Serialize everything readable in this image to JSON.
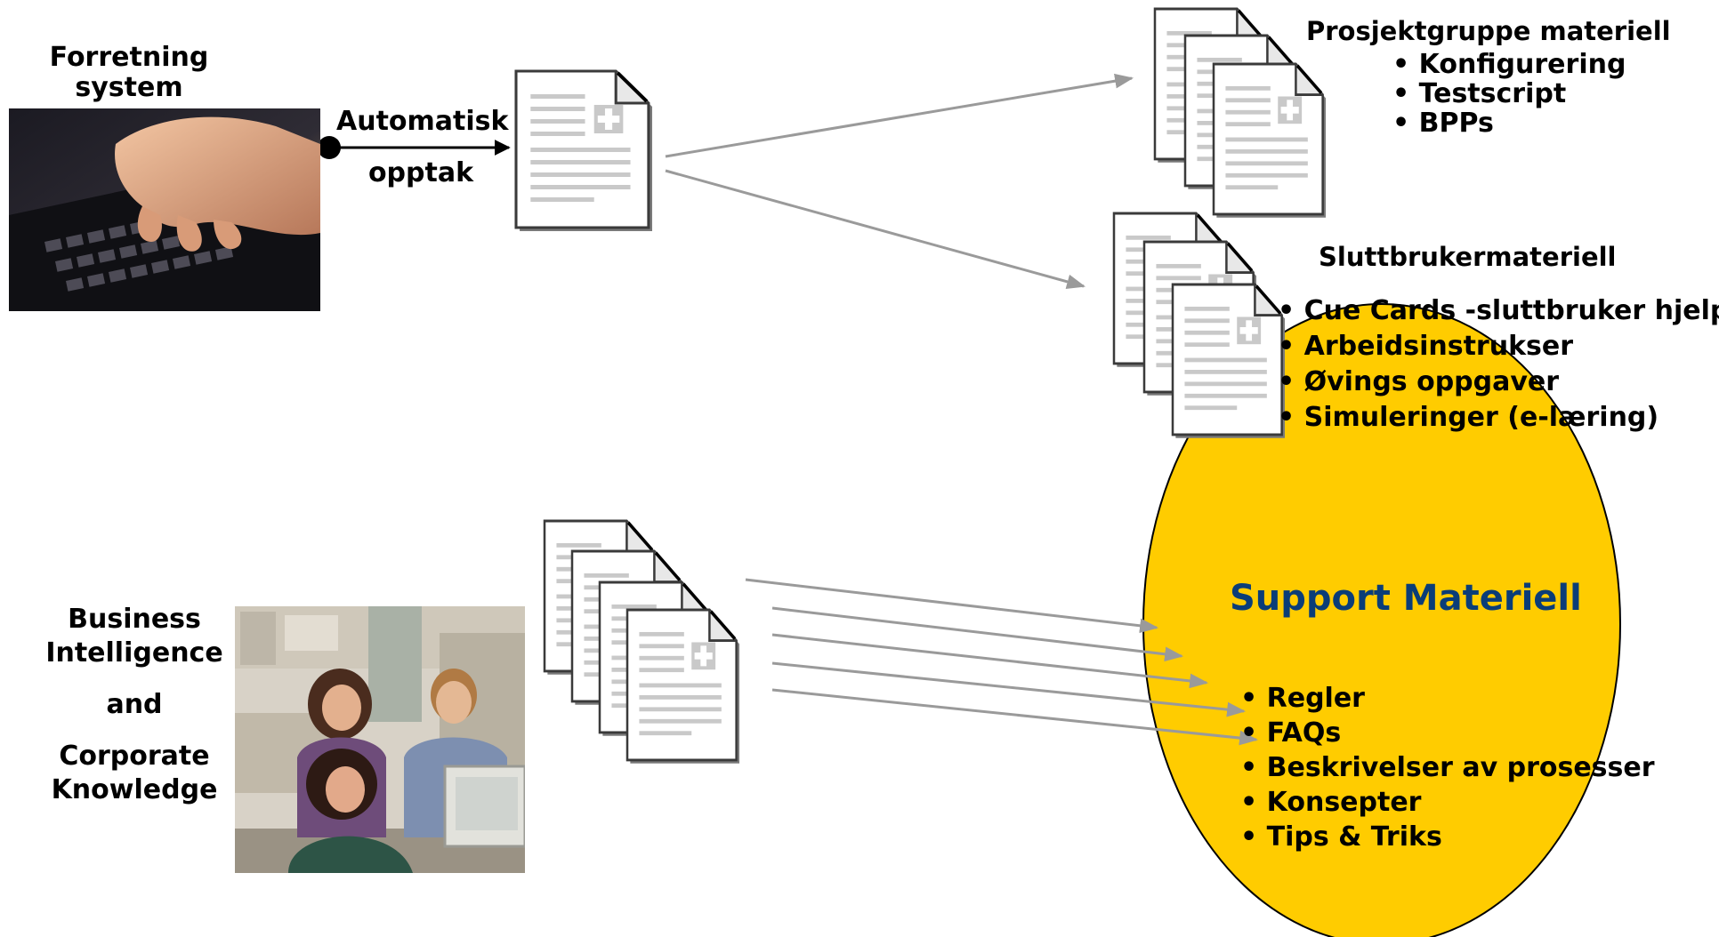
{
  "left_top": {
    "label_line1": "Forretning",
    "label_line2": "system",
    "arrow_line1": "Automatisk",
    "arrow_line2": "opptak"
  },
  "project_group": {
    "title": "Prosjektgruppe  materiell",
    "items": [
      "Konfigurering",
      "Testscript",
      "BPPs"
    ]
  },
  "end_user": {
    "title": "Sluttbrukermateriell",
    "items": [
      "Cue Cards -sluttbruker hjelp",
      "Arbeidsinstrukser",
      "Øvings oppgaver",
      "Simuleringer (e-læring)"
    ]
  },
  "support": {
    "title": "Support Materiell",
    "items": [
      "Regler",
      "FAQs",
      "Beskrivelser av prosesser",
      "Konsepter",
      "Tips & Triks"
    ]
  },
  "left_bottom": {
    "line1": "Business",
    "line2": "Intelligence",
    "line3": "and",
    "line4": "Corporate",
    "line5": "Knowledge"
  },
  "colors": {
    "ellipse_fill": "#FFCC00",
    "support_title": "#0A3D78",
    "arrow_gray": "#999999",
    "doc_gray": "#C9C9C9"
  }
}
